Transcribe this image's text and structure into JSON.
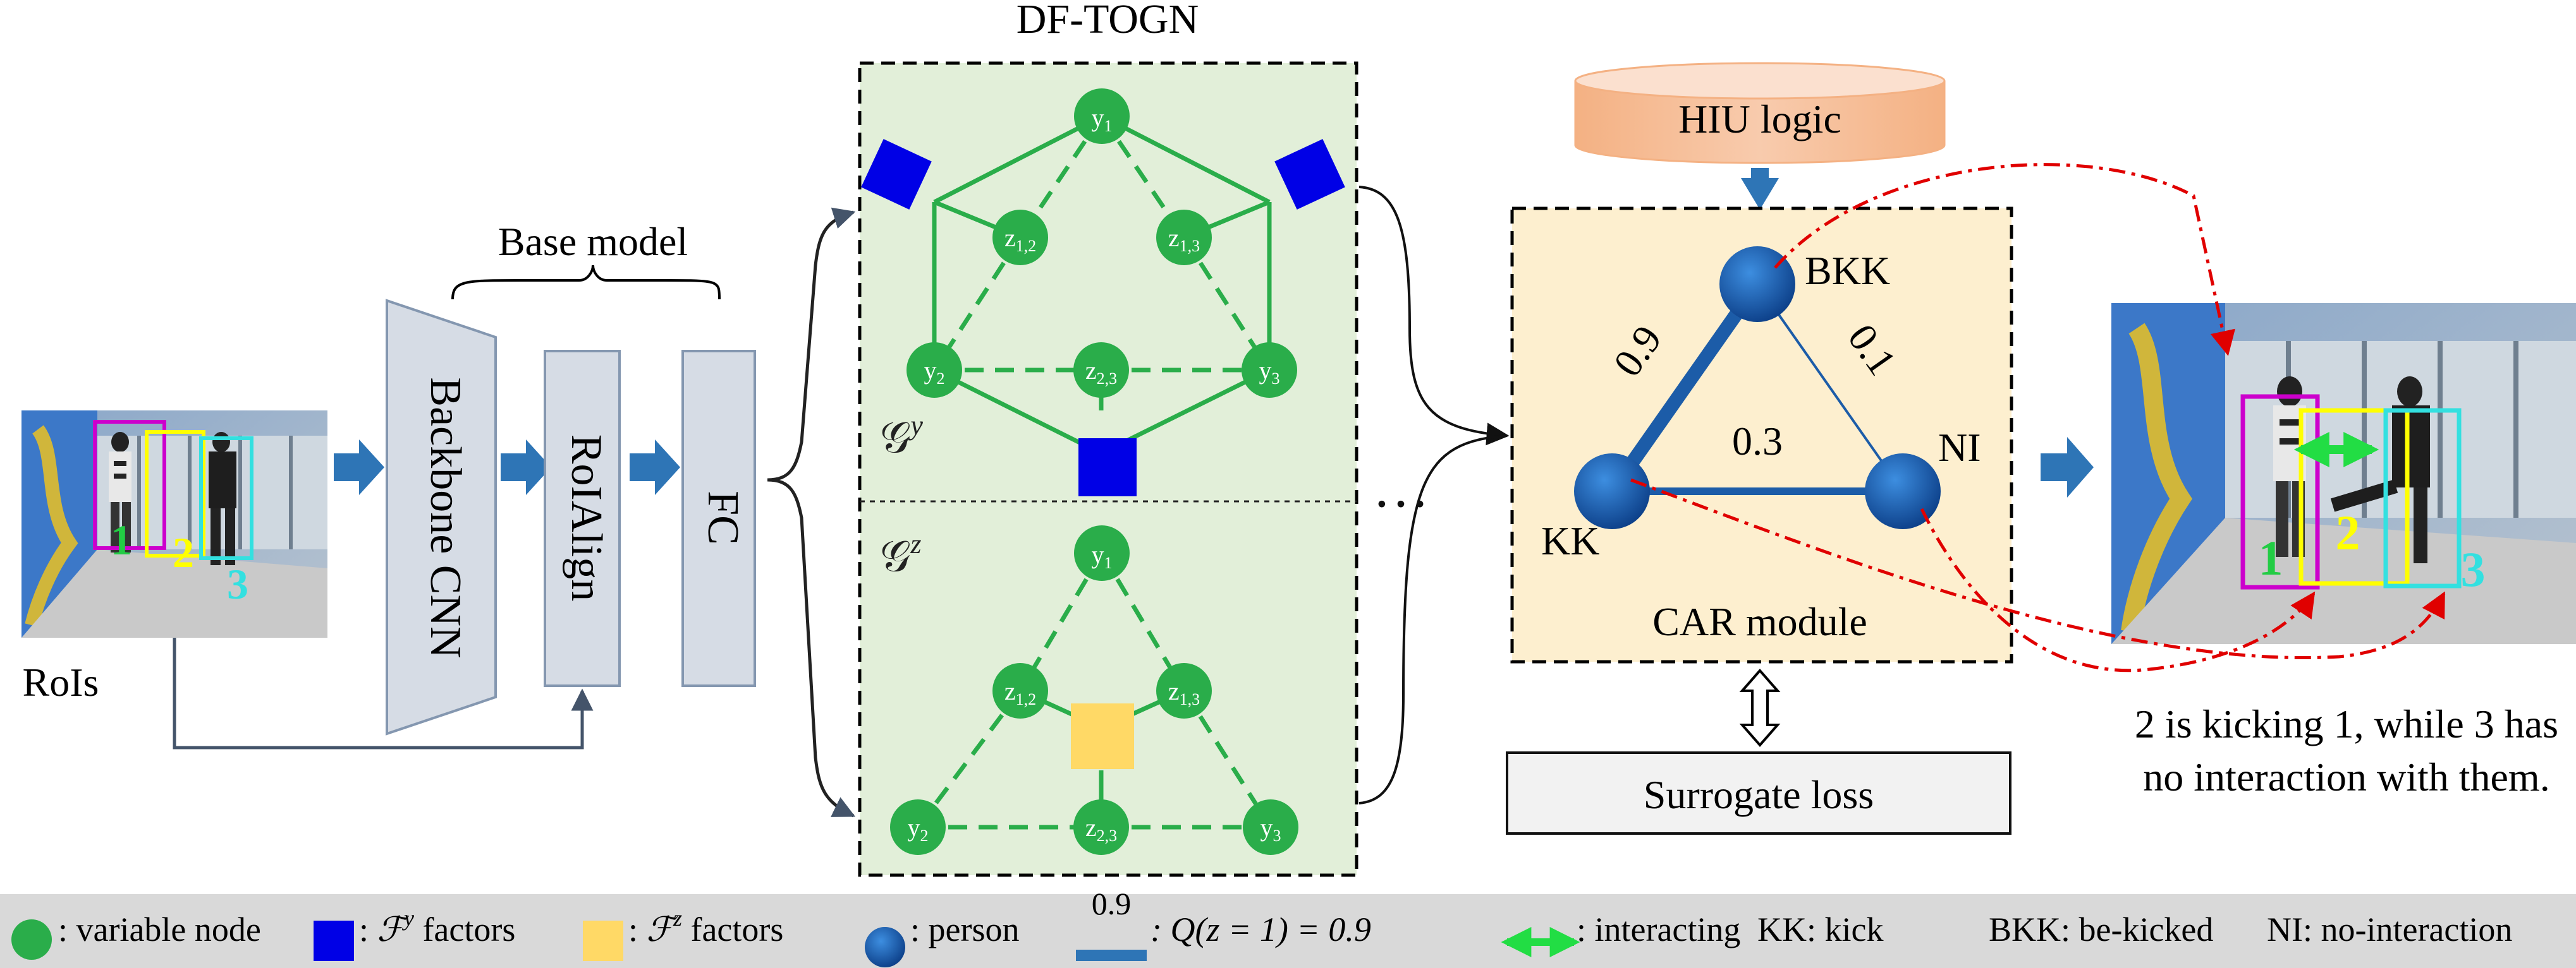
{
  "title": "DF-TOGN",
  "input": {
    "rois_label": "RoIs",
    "person_ids": [
      "1",
      "2",
      "3"
    ]
  },
  "base_model": {
    "label": "Base model",
    "backbone": "Backbone CNN",
    "roialign": "RoIAlign",
    "fc": "FC"
  },
  "graph_y": {
    "label": "𝒢",
    "sup": "y",
    "nodes": {
      "y1": [
        "y",
        "1"
      ],
      "y2": [
        "y",
        "2"
      ],
      "y3": [
        "y",
        "3"
      ],
      "z12": [
        "z",
        "1,2"
      ],
      "z13": [
        "z",
        "1,3"
      ],
      "z23": [
        "z",
        "2,3"
      ]
    }
  },
  "graph_z": {
    "label": "𝒢",
    "sup": "z",
    "nodes": {
      "y1": [
        "y",
        "1"
      ],
      "y2": [
        "y",
        "2"
      ],
      "y3": [
        "y",
        "3"
      ],
      "z12": [
        "z",
        "1,2"
      ],
      "z13": [
        "z",
        "1,3"
      ],
      "z23": [
        "z",
        "2,3"
      ]
    }
  },
  "ellipsis": "…",
  "hiu_logic": "HIU logic",
  "car_module": {
    "label": "CAR module",
    "nodes": {
      "bkk": "BKK",
      "kk": "KK",
      "ni": "NI"
    },
    "edges": {
      "kk_bkk": "0.9",
      "bkk_ni": "0.1",
      "kk_ni": "0.3"
    }
  },
  "surrogate_loss": "Surrogate loss",
  "output": {
    "person_ids": [
      "1",
      "2",
      "3"
    ],
    "caption_line1": "2 is kicking 1, while 3 has",
    "caption_line2": "no interaction with them."
  },
  "legend": {
    "variable_node": ": variable node",
    "fy_prefix": ": ",
    "fy_symbol": "ℱ",
    "fy_sup": "y",
    "fy_suffix": " factors",
    "fz_prefix": ": ",
    "fz_symbol": "ℱ",
    "fz_sup": "z",
    "fz_suffix": " factors",
    "person": ": person",
    "q_value_label": "0.9",
    "q_text": ": Q(z = 1) = 0.9",
    "interacting": ": interacting",
    "kk": "KK: kick",
    "bkk": "BKK: be-kicked",
    "ni": "NI: no-interaction"
  },
  "colors": {
    "graph_green": "#2aad4a",
    "panel_bg": "#e2efd9",
    "car_bg": "#fdefcf",
    "hiu_fill": "#f8cbad",
    "arrow_blue": "#2e75b6",
    "fy_factor": "#0000e6",
    "fz_factor": "#ffd966",
    "model_box": "#d6dce5",
    "legend_bg": "#d9d9d9",
    "dashdot_red": "#e00000"
  }
}
